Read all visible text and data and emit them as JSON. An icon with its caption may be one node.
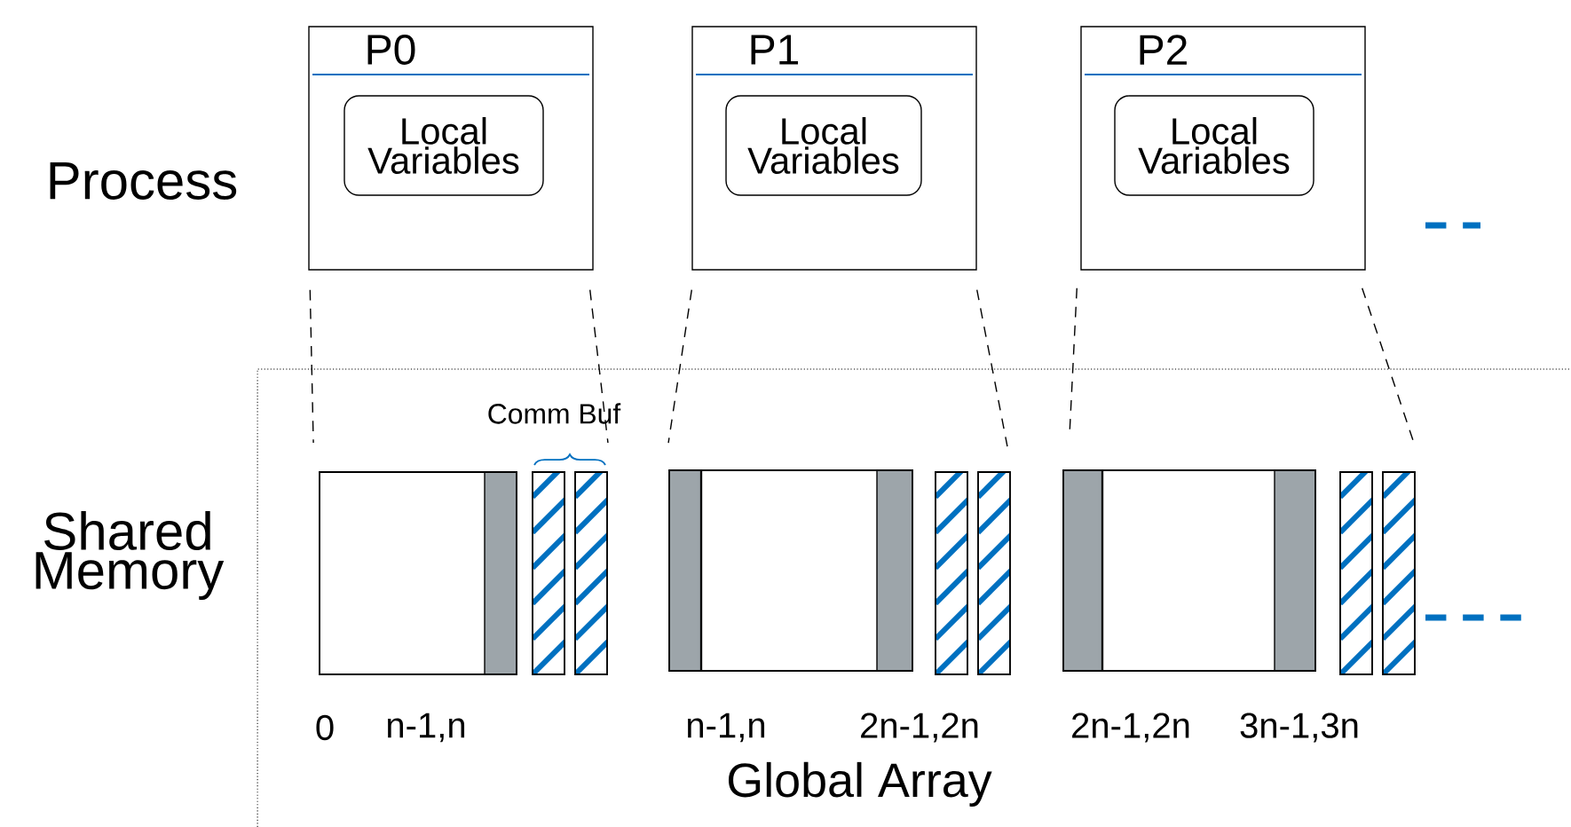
{
  "diagram": {
    "nodes": [
      {
        "text": [
          "P0"
        ]
      },
      {
        "text": [
          "Local Variables"
        ],
        "in": 0
      },
      {
        "text": [
          "P1"
        ]
      },
      {
        "text": [
          "Local Variables"
        ],
        "in": 2
      },
      {
        "text": [
          "P2"
        ]
      },
      {
        "text": [
          "Local Variables"
        ],
        "in": 4
      },
      {
        "text": [],
        "shape": "box"
      },
      {
        "text": [],
        "shape": "bar"
      },
      {
        "text": [],
        "shape": "bar"
      },
      {
        "text": [],
        "shape": "box"
      },
      {
        "text": [],
        "shape": "bar"
      },
      {
        "text": [],
        "shape": "bar"
      },
      {
        "text": [],
        "shape": "box"
      },
      {
        "text": [],
        "shape": "bar"
      },
      {
        "text": [],
        "shape": "bar"
      }
    ],
    "edges": [
      {
        "from": 0,
        "to": 6,
        "arrow": "none",
        "style": "dashed"
      },
      {
        "from": 0,
        "to": 8,
        "arrow": "none",
        "style": "dashed"
      },
      {
        "from": 2,
        "to": 9,
        "arrow": "none",
        "style": "dashed"
      },
      {
        "from": 2,
        "to": 11,
        "arrow": "none",
        "style": "dashed"
      },
      {
        "from": 4,
        "to": 12,
        "arrow": "none",
        "style": "dashed"
      },
      {
        "from": 4,
        "to": 14,
        "arrow": "none",
        "style": "dashed"
      }
    ],
    "labels": [
      "Process",
      "Comm Buf",
      "Shared Memory",
      "0",
      "n-1,n",
      "n-1,n",
      "2n-1,2n",
      "2n-1,2n",
      "3n-1,3n",
      "Global Array"
    ]
  }
}
